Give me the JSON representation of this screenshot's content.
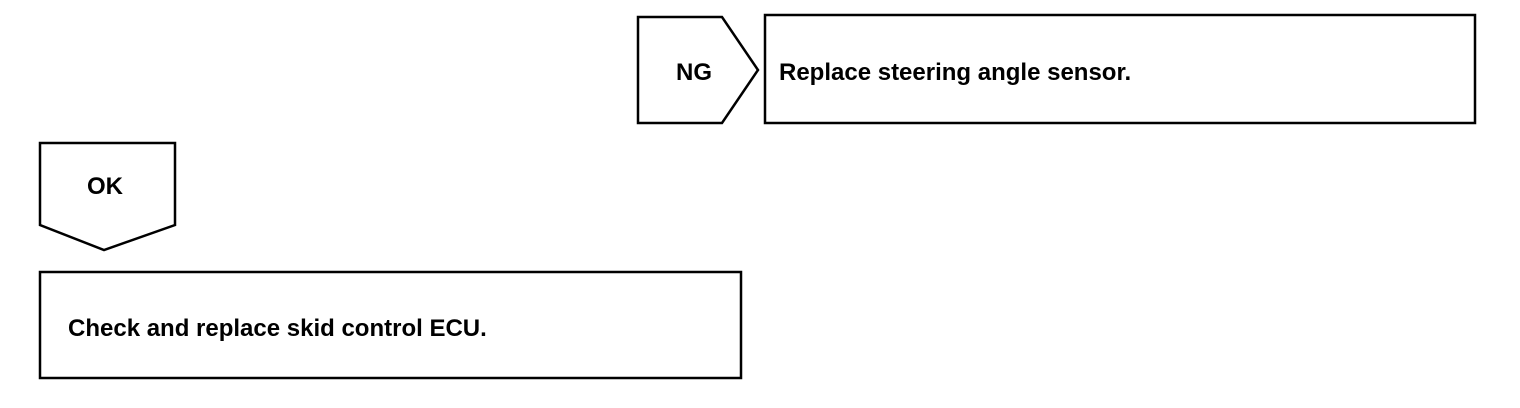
{
  "flow": {
    "ng_label": "NG",
    "ng_action": "Replace steering angle sensor.",
    "ok_label": "OK",
    "ok_action": "Check and replace skid control ECU."
  },
  "colors": {
    "stroke": "#000000",
    "fill": "#ffffff"
  }
}
